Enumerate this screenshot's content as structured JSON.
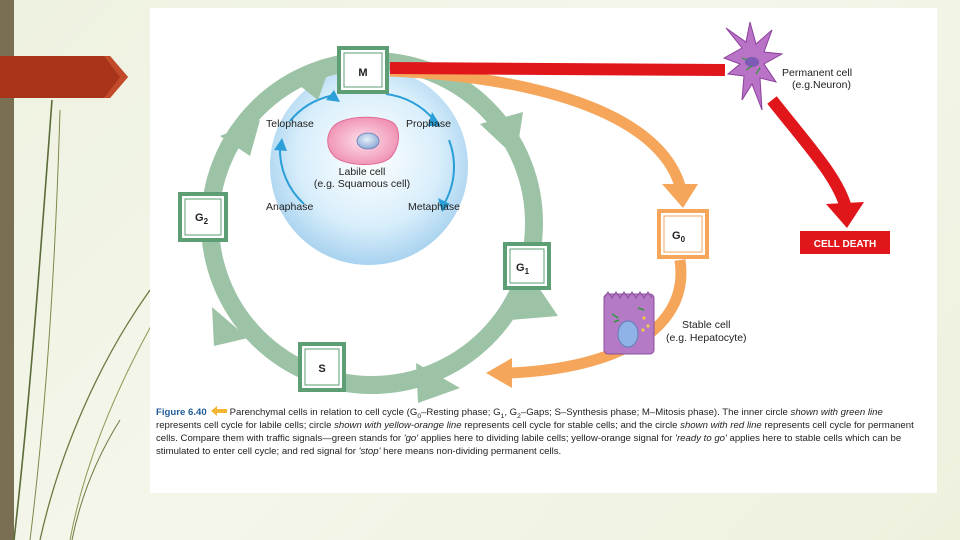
{
  "diagram": {
    "phases": {
      "m": "M",
      "g2": "G",
      "g2_sub": "2",
      "g1": "G",
      "g1_sub": "1",
      "s": "S",
      "g0": "G",
      "g0_sub": "0"
    },
    "mitosis": {
      "telophase": "Telophase",
      "prophase": "Prophase",
      "anaphase": "Anaphase",
      "metaphase": "Metaphase",
      "cell_label_line1": "Labile cell",
      "cell_label_line2": "(e.g. Squamous cell)"
    },
    "permanent": {
      "line1": "Permanent cell",
      "line2": "(e.g.Neuron)"
    },
    "stable": {
      "line1": "Stable cell",
      "line2": "(e.g. Hepatocyte)"
    },
    "cell_death": "CELL DEATH",
    "colors": {
      "green_cycle": "#9cc3a6",
      "orange_cycle": "#f5a65b",
      "red_cycle": "#e0161b",
      "phase_box": "#5e9e74"
    }
  },
  "caption": {
    "figure_label": "Figure 6.40",
    "t1": "Parenchymal cells in relation to cell cycle (G",
    "s1": "0",
    "t2": "–Resting phase; G",
    "s2": "1",
    "t3": ", G",
    "s3": "2",
    "t4": "–Gaps; S–Synthesis phase; M–Mitosis phase). The inner circle ",
    "e1": "shown with green line",
    "t5": " represents cell cycle for labile cells; circle ",
    "e2": "shown with yellow-orange line",
    "t6": " represents cell cycle for stable cells; and the circle ",
    "e3": "shown with red line",
    "t7": " represents cell cycle for permanent cells. Compare them with traffic signals—green stands for ",
    "e4": "'go'",
    "t8": " applies here to dividing labile cells; yellow-orange signal for ",
    "e5": "'ready to go'",
    "t9": " applies here to stable cells which can be stimulated to enter cell cycle; and red signal for ",
    "e6": "'stop'",
    "t10": " here means non-dividing permanent cells."
  }
}
